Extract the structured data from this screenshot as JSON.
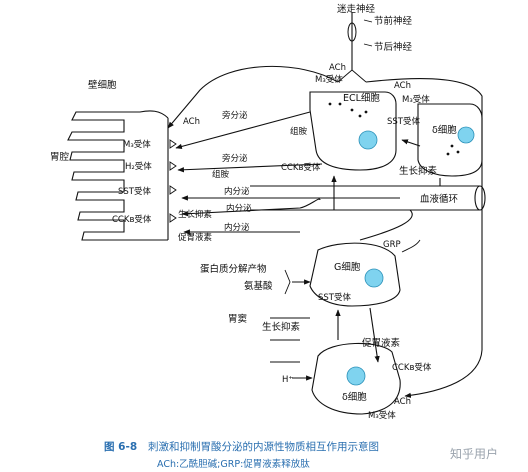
{
  "labels": {
    "vagus": "迷走神经",
    "preganglionic": "节前神经",
    "postganglionic": "节后神经",
    "ach_top": "ACh",
    "m3_top": "M₃受体",
    "parietal": "壁细胞",
    "ecl": "ECL细胞",
    "ach_ecl": "ACh",
    "m3_ecl": "M₃受体",
    "delta_top": "δ细胞",
    "paracrine_1": "旁分泌",
    "paracrine_2": "旁分泌",
    "histamine_1": "组胺",
    "histamine_2": "组胺",
    "ach_parietal": "ACh",
    "m3_parietal": "M₃受体",
    "h2": "H₂受体",
    "lumen": "胃腔",
    "sst_parietal": "SST受体",
    "cckb_parietal": "CCKʙ受体",
    "cckb_ecl": "CCKʙ受体",
    "sst_ecl": "SST受体",
    "growth_inhib_top": "生长抑素",
    "endocrine_1": "内分泌",
    "endocrine_2": "内分泌",
    "endocrine_3": "内分泌",
    "circulation": "血液循环",
    "gi_somatostatin": "生长抑素",
    "gi_gastrin": "促胃液素",
    "protein_products": "蛋白质分解产物",
    "amino_acids": "氨基酸",
    "g_cell": "G细胞",
    "grp": "GRP",
    "sst_g": "SST受体",
    "antrum": "胃窦",
    "growth_inhib_bottom": "生长抑素",
    "gastrin_bottom": "促胃液素",
    "cckb_bottom": "CCKʙ受体",
    "h_plus": "H⁺",
    "delta_bottom": "δ细胞",
    "ach_bottom": "ACh",
    "m3_bottom": "M₃受体"
  },
  "caption": {
    "number": "图 6-8",
    "title": "刺激和抑制胃酸分泌的内源性物质相互作用示意图",
    "abbrev": "ACh:乙酰胆碱;GRP:促胃液素释放肽"
  },
  "watermark": "知乎用户",
  "colors": {
    "caption": "#2a6fb0",
    "nucleus": "#7fd3ef",
    "watermark": "#9aa3ad"
  }
}
